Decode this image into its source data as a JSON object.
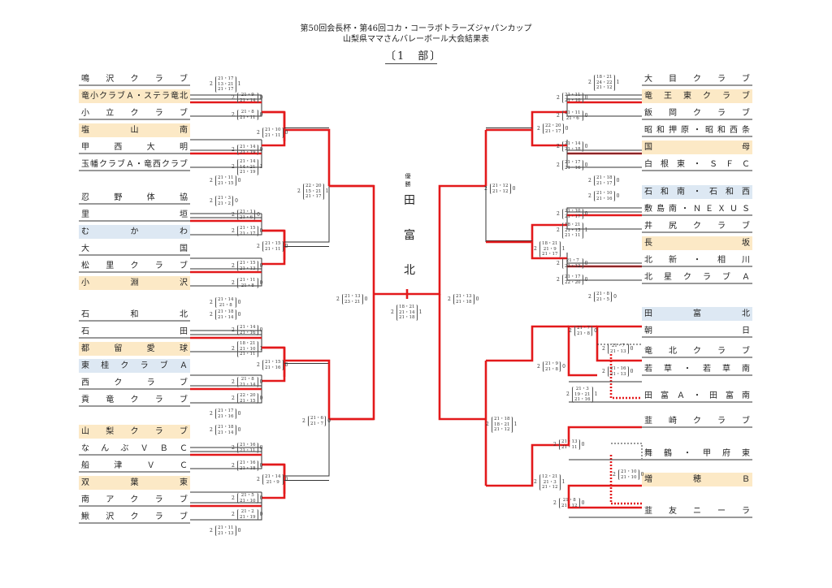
{
  "header": {
    "line1": "第50回会長杯・第46回コカ・コーラボトラーズジャパンカップ",
    "line2": "山梨県ママさんバレーボール大会結果表",
    "division": "〔1　部〕"
  },
  "champion": {
    "label": "優　勝",
    "chars": [
      "田",
      "富",
      "北"
    ]
  },
  "left_teams": [
    {
      "name": "鳴沢クラブ",
      "hl": ""
    },
    {
      "name": "竜小クラブＡ・ステラ竜北",
      "hl": "o"
    },
    {
      "name": "小立クラブ",
      "hl": ""
    },
    {
      "name": "塩山南",
      "hl": "o"
    },
    {
      "name": "甲西大明",
      "hl": ""
    },
    {
      "name": "玉幡クラブＡ・竜西クラブ",
      "hl": ""
    },
    {
      "name": "忍野体協",
      "hl": ""
    },
    {
      "name": "里垣",
      "hl": ""
    },
    {
      "name": "むかわ",
      "hl": "b"
    },
    {
      "name": "大国",
      "hl": ""
    },
    {
      "name": "松里クラブ",
      "hl": ""
    },
    {
      "name": "小淵沢",
      "hl": "o"
    },
    {
      "name": "石和北",
      "hl": ""
    },
    {
      "name": "石田",
      "hl": ""
    },
    {
      "name": "都留愛球",
      "hl": "o"
    },
    {
      "name": "東桂クラブＡ",
      "hl": "b"
    },
    {
      "name": "西クラブ",
      "hl": ""
    },
    {
      "name": "貢竜クラブ",
      "hl": ""
    },
    {
      "name": "山梨クラブ",
      "hl": "o"
    },
    {
      "name": "なんぶＶＢＣ",
      "hl": ""
    },
    {
      "name": "船津ＶＣ",
      "hl": ""
    },
    {
      "name": "双葉東",
      "hl": "o"
    },
    {
      "name": "南アクラブ",
      "hl": ""
    },
    {
      "name": "鰍沢クラブ",
      "hl": ""
    }
  ],
  "right_teams": [
    {
      "name": "大目クラブ",
      "hl": ""
    },
    {
      "name": "竜王東クラブ",
      "hl": "o"
    },
    {
      "name": "飯岡クラブ",
      "hl": ""
    },
    {
      "name": "昭和押原・昭和西条",
      "hl": ""
    },
    {
      "name": "国母",
      "hl": "o"
    },
    {
      "name": "白根東・ＳＦＣ",
      "hl": ""
    },
    {
      "name": "石和南・石和西",
      "hl": "b"
    },
    {
      "name": "敷島南・ＮＥＸＵＳ",
      "hl": ""
    },
    {
      "name": "井尻クラブ",
      "hl": ""
    },
    {
      "name": "長坂",
      "hl": "o"
    },
    {
      "name": "北新・相川",
      "hl": ""
    },
    {
      "name": "北星クラブＡ",
      "hl": ""
    },
    {
      "name": "田富北",
      "hl": "b"
    },
    {
      "name": "朝日",
      "hl": ""
    },
    {
      "name": "竜北クラブ",
      "hl": ""
    },
    {
      "name": "若草・若草南",
      "hl": ""
    },
    {
      "name": "田富Ａ・田富南",
      "hl": ""
    },
    {
      "name": "韮崎クラブ",
      "hl": ""
    },
    {
      "name": "舞鶴・甲府東",
      "hl": ""
    },
    {
      "name": "増穂Ｂ",
      "hl": "o"
    },
    {
      "name": "韮友ニーラ",
      "hl": ""
    }
  ],
  "scores": [
    {
      "w": "2",
      "l": "1",
      "sets": [
        "21・17",
        "13・21",
        "21・17"
      ]
    },
    {
      "w": "2",
      "l": "0",
      "sets": [
        "21・9",
        "21・14"
      ]
    },
    {
      "w": "2",
      "l": "0",
      "sets": [
        "21・8",
        "21・11"
      ]
    },
    {
      "w": "2",
      "l": "0",
      "sets": [
        "21・10",
        "21・11"
      ]
    },
    {
      "w": "2",
      "l": "0",
      "sets": [
        "21・14",
        "21・19"
      ]
    },
    {
      "w": "2",
      "l": "1",
      "sets": [
        "21・14",
        "14・21",
        "21・19"
      ]
    },
    {
      "w": "2",
      "l": "0",
      "sets": [
        "21・11",
        "21・15"
      ]
    },
    {
      "w": "2",
      "l": "1",
      "sets": [
        "22・20",
        "15・21",
        "21・17"
      ]
    },
    {
      "w": "2",
      "l": "0",
      "sets": [
        "21・3",
        "21・2"
      ]
    },
    {
      "w": "2",
      "l": "0",
      "sets": [
        "21・1",
        "21・6"
      ]
    },
    {
      "w": "2",
      "l": "0",
      "sets": [
        "21・15",
        "21・17"
      ]
    },
    {
      "w": "2",
      "l": "0",
      "sets": [
        "21・15",
        "21・11"
      ]
    },
    {
      "w": "2",
      "l": "0",
      "sets": [
        "21・15",
        "21・13"
      ]
    },
    {
      "w": "2",
      "l": "0",
      "sets": [
        "21・11",
        "21・8"
      ]
    },
    {
      "w": "2",
      "l": "0",
      "sets": [
        "21・14",
        "21・8"
      ]
    },
    {
      "w": "2",
      "l": "0",
      "sets": [
        "21・13",
        "23・21"
      ]
    },
    {
      "w": "2",
      "l": "0",
      "sets": [
        "21・18",
        "21・14"
      ]
    },
    {
      "w": "2",
      "l": "0",
      "sets": [
        "21・14",
        "21・16"
      ]
    },
    {
      "w": "2",
      "l": "1",
      "sets": [
        "18・21",
        "21・10",
        "21・11"
      ]
    },
    {
      "w": "2",
      "l": "0",
      "sets": [
        "21・15",
        "21・16"
      ]
    },
    {
      "w": "2",
      "l": "0",
      "sets": [
        "21・8",
        "21・14"
      ]
    },
    {
      "w": "2",
      "l": "0",
      "sets": [
        "22・20",
        "21・15"
      ]
    },
    {
      "w": "2",
      "l": "0",
      "sets": [
        "21・17",
        "21・16"
      ]
    },
    {
      "w": "2",
      "l": "0",
      "sets": [
        "21・6",
        "21・7"
      ]
    },
    {
      "w": "2",
      "l": "0",
      "sets": [
        "21・18",
        "21・14"
      ]
    },
    {
      "w": "2",
      "l": "0",
      "sets": [
        "21・16",
        "21・11"
      ]
    },
    {
      "w": "2",
      "l": "0",
      "sets": [
        "21・16",
        "21・18"
      ]
    },
    {
      "w": "2",
      "l": "0",
      "sets": [
        "21・14",
        "21・9"
      ]
    },
    {
      "w": "2",
      "l": "0",
      "sets": [
        "21・5",
        "21・10"
      ]
    },
    {
      "w": "2",
      "l": "0",
      "sets": [
        "21・2",
        "21・19"
      ]
    },
    {
      "w": "2",
      "l": "0",
      "sets": [
        "21・11",
        "21・13"
      ]
    },
    {
      "w": "2",
      "l": "1",
      "sets": [
        "18・21",
        "21・14",
        "21・18"
      ]
    },
    {
      "w": "2",
      "l": "1",
      "sets": [
        "18・21",
        "24・22",
        "21・12"
      ]
    },
    {
      "w": "2",
      "l": "0",
      "sets": [
        "21・11",
        "21・10"
      ]
    },
    {
      "w": "2",
      "l": "0",
      "sets": [
        "21・11",
        "21・6"
      ]
    },
    {
      "w": "2",
      "l": "0",
      "sets": [
        "22・20",
        "21・17"
      ]
    },
    {
      "w": "2",
      "l": "0",
      "sets": [
        "21・14",
        "21・18"
      ]
    },
    {
      "w": "2",
      "l": "0",
      "sets": [
        "21・17",
        "21・16"
      ]
    },
    {
      "w": "2",
      "l": "0",
      "sets": [
        "21・18",
        "21・17"
      ]
    },
    {
      "w": "2",
      "l": "0",
      "sets": [
        "21・12",
        "21・12"
      ]
    },
    {
      "w": "2",
      "l": "0",
      "sets": [
        "21・10",
        "21・16"
      ]
    },
    {
      "w": "2",
      "l": "0",
      "sets": [
        "21・10",
        "21・17"
      ]
    },
    {
      "w": "2",
      "l": "1",
      "sets": [
        "18・21",
        "21・15",
        "21・11"
      ]
    },
    {
      "w": "2",
      "l": "1",
      "sets": [
        "18・21",
        "21・9",
        "21・17"
      ]
    },
    {
      "w": "2",
      "l": "0",
      "sets": [
        "21・7",
        "21・12"
      ]
    },
    {
      "w": "2",
      "l": "0",
      "sets": [
        "21・17",
        "22・20"
      ]
    },
    {
      "w": "2",
      "l": "0",
      "sets": [
        "21・8",
        "21・5"
      ]
    },
    {
      "w": "2",
      "l": "0",
      "sets": [
        "21・13",
        "21・18"
      ]
    },
    {
      "w": "2",
      "l": "0",
      "sets": [
        "21・7",
        "21・8"
      ]
    },
    {
      "w": "2",
      "l": "0",
      "sets": [
        "21・7",
        "21・13"
      ]
    },
    {
      "w": "2",
      "l": "0",
      "sets": [
        "21・9",
        "21・8"
      ]
    },
    {
      "w": "2",
      "l": "0",
      "sets": [
        "21・16",
        "21・13"
      ]
    },
    {
      "w": "2",
      "l": "1",
      "sets": [
        "21・3",
        "19・21",
        "21・16"
      ]
    },
    {
      "w": "2",
      "l": "1",
      "sets": [
        "21・18",
        "18・21",
        "21・12"
      ]
    },
    {
      "w": "2",
      "l": "0",
      "sets": [
        "21・13",
        "21・11"
      ]
    },
    {
      "w": "2",
      "l": "0",
      "sets": [
        "21・10",
        "21・10"
      ]
    },
    {
      "w": "2",
      "l": "1",
      "sets": [
        "12・21",
        "21・3",
        "21・12"
      ]
    },
    {
      "w": "2",
      "l": "0",
      "sets": [
        "21・8",
        "21・12"
      ]
    }
  ]
}
